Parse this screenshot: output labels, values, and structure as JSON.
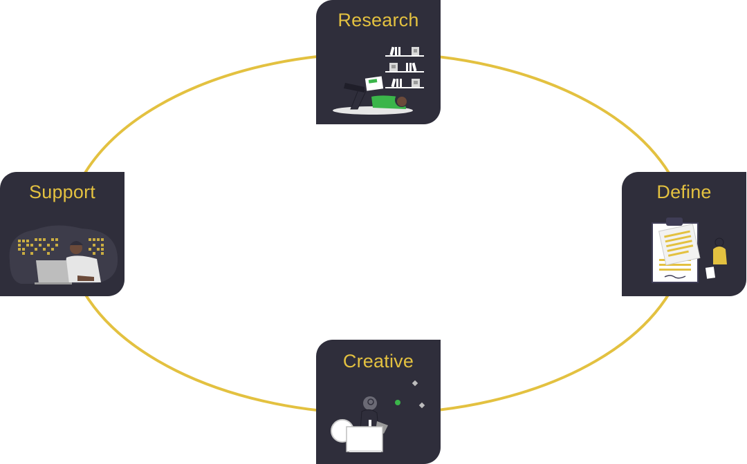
{
  "cycle": {
    "ring_color": "#e3c140",
    "card_color": "#2f2e3b",
    "label_color": "#e3c140",
    "steps": [
      {
        "label": "Research",
        "icon": "person-reading-laptop-bookshelf-illustration"
      },
      {
        "label": "Define",
        "icon": "clipboard-document-person-illustration"
      },
      {
        "label": "Creative",
        "icon": "person-ideas-at-desk-illustration"
      },
      {
        "label": "Support",
        "icon": "person-laptop-headphones-illustration"
      }
    ]
  }
}
